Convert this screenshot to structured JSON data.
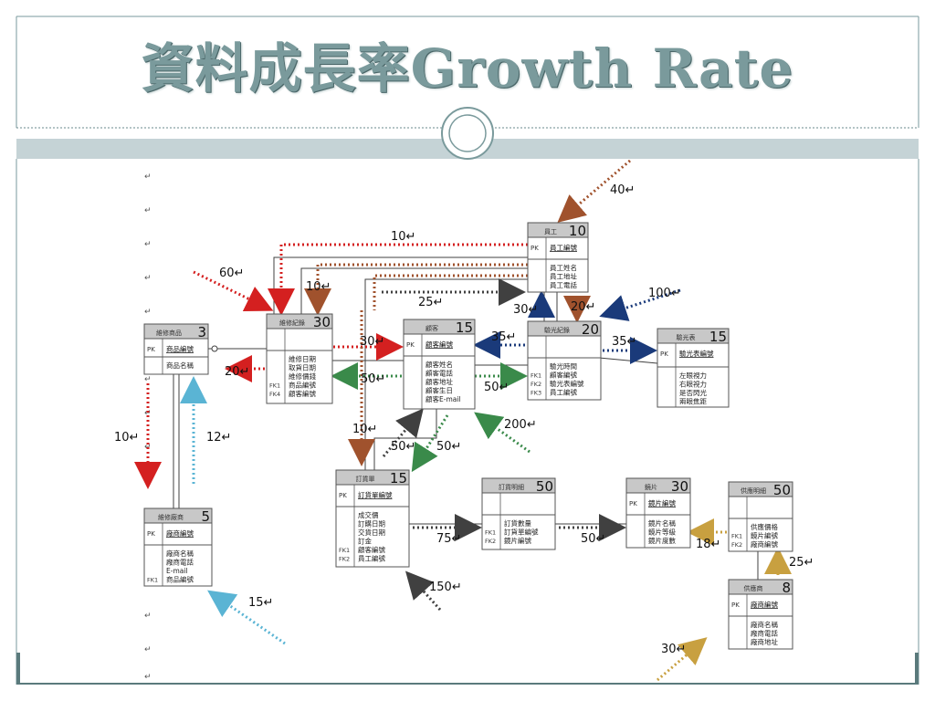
{
  "slide": {
    "title": "資料成長率Growth Rate"
  },
  "colors": {
    "red": "#d42020",
    "brown": "#a0522d",
    "navy": "#1a3a7a",
    "green": "#3a8a4a",
    "darkgray": "#404040",
    "cyan": "#5ab4d4",
    "gold": "#c8a040",
    "band": "#c5d3d6"
  },
  "tables": [
    {
      "key": "maint_product",
      "header": "維修商品",
      "count": "3",
      "pk": "商品編號",
      "fields": [
        "商品名稱"
      ],
      "fk": []
    },
    {
      "key": "maint_record",
      "header": "維修紀錄",
      "count": "30",
      "pk": "",
      "fields": [
        "維修日期",
        "取貨日期",
        "維修價錢",
        "商品編號",
        "顧客編號"
      ],
      "fk": [
        "FK1",
        "FK4"
      ]
    },
    {
      "key": "customer",
      "header": "顧客",
      "count": "15",
      "pk": "顧客編號",
      "fields": [
        "顧客姓名",
        "顧客電話",
        "顧客地址",
        "顧客生日",
        "顧客E-mail"
      ],
      "fk": []
    },
    {
      "key": "employee",
      "header": "員工",
      "count": "10",
      "pk": "員工編號",
      "fields": [
        "員工姓名",
        "員工地址",
        "員工電話"
      ],
      "fk": []
    },
    {
      "key": "eye_record",
      "header": "驗光紀錄",
      "count": "20",
      "pk": "",
      "fields": [
        "驗光時間",
        "顧客編號",
        "驗光表編號",
        "員工編號"
      ],
      "fk": [
        "FK1",
        "FK2",
        "FK3"
      ]
    },
    {
      "key": "eye_form",
      "header": "驗光表",
      "count": "15",
      "pk": "驗光表編號",
      "fields": [
        "左眼視力",
        "右眼視力",
        "是否閃光",
        "兩眼焦距"
      ],
      "fk": []
    },
    {
      "key": "maint_vendor",
      "header": "維修廠商",
      "count": "5",
      "pk": "廠商編號",
      "fields": [
        "廠商名稱",
        "廠商電話",
        "E-mail",
        "商品編號"
      ],
      "fk": [
        "FK1"
      ]
    },
    {
      "key": "order",
      "header": "訂貨單",
      "count": "15",
      "pk": "訂貨單編號",
      "fields": [
        "成交價",
        "訂購日期",
        "交貨日期",
        "訂金",
        "顧客編號",
        "員工編號"
      ],
      "fk": [
        "FK1",
        "FK2"
      ]
    },
    {
      "key": "order_detail",
      "header": "訂貨明細",
      "count": "50",
      "pk": "",
      "fields": [
        "訂貨數量",
        "訂貨單編號",
        "鏡片編號"
      ],
      "fk": [
        "FK1",
        "FK2"
      ]
    },
    {
      "key": "lens",
      "header": "鏡片",
      "count": "30",
      "pk": "鏡片編號",
      "fields": [
        "鏡片名稱",
        "鏡片等級",
        "鏡片度數"
      ],
      "fk": []
    },
    {
      "key": "supply_detail",
      "header": "供應明細",
      "count": "50",
      "pk": "",
      "fields": [
        "供應價格",
        "鏡片編號",
        "廠商編號"
      ],
      "fk": [
        "FK1",
        "FK2"
      ]
    },
    {
      "key": "supplier",
      "header": "供應商",
      "count": "8",
      "pk": "廠商編號",
      "fields": [
        "廠商名稱",
        "廠商電話",
        "廠商地址"
      ],
      "fk": []
    }
  ],
  "rates": [
    "40",
    "10",
    "60",
    "10",
    "25",
    "100",
    "30",
    "20",
    "30",
    "35",
    "35",
    "20",
    "50",
    "50",
    "10",
    "12",
    "50",
    "50",
    "200",
    "10",
    "75",
    "50",
    "18",
    "25",
    "150",
    "15",
    "30"
  ]
}
